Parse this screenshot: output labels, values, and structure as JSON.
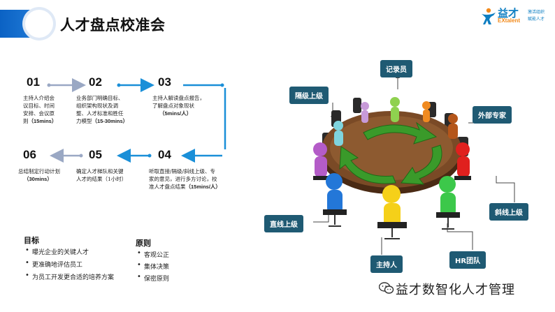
{
  "header": {
    "title": "人才盘点校准会"
  },
  "logo": {
    "name_cn": "益才",
    "name_en": "EXtalent",
    "tagline_1": "激活组织",
    "tagline_2": "赋能人才"
  },
  "steps": [
    {
      "num": "01",
      "lines": [
        "主持人介绍会",
        "议目标、时间",
        "安排、会议原",
        "则"
      ],
      "time": "（15mins）"
    },
    {
      "num": "02",
      "lines": [
        "业务部门明确目标、",
        "组织架构现状及调",
        "整、人才标准和胜任",
        "力模型"
      ],
      "time": "（15-30mins）"
    },
    {
      "num": "03",
      "lines": [
        "主持人解读盘点报告，",
        "了解盘点对象现状"
      ],
      "time": "（5mins/人）"
    },
    {
      "num": "04",
      "lines": [
        "听取直接/隔级/斜线上级、专",
        "家的意见，进行多方讨论，校",
        "准人才盘点结果"
      ],
      "time": "（15mins/人）"
    },
    {
      "num": "05",
      "lines": [
        "确定人才梯队和关键",
        "人才的结果（1小时）"
      ],
      "time": ""
    },
    {
      "num": "06",
      "lines": [
        "总结制定行动计划"
      ],
      "time": "（30mins）"
    }
  ],
  "goals": {
    "title": "目标",
    "items": [
      "曝光企业的关键人才",
      "更准确地评估员工",
      "为员工开发更合适的培养方案"
    ]
  },
  "principles": {
    "title": "原则",
    "items": [
      "客观公正",
      "集体决策",
      "保密原则"
    ]
  },
  "roles": {
    "recorder": "记录员",
    "skip_level": "隔级上级",
    "external_expert": "外部专家",
    "direct_manager": "直线上级",
    "dotted_manager": "斜线上级",
    "host": "主持人",
    "hr_team": "HR团队"
  },
  "watermark": "益才数智化人才管理",
  "colors": {
    "accent": "#1a8fd8",
    "tag_bg": "#1f5a73",
    "header_blue": "#0b62c4"
  }
}
